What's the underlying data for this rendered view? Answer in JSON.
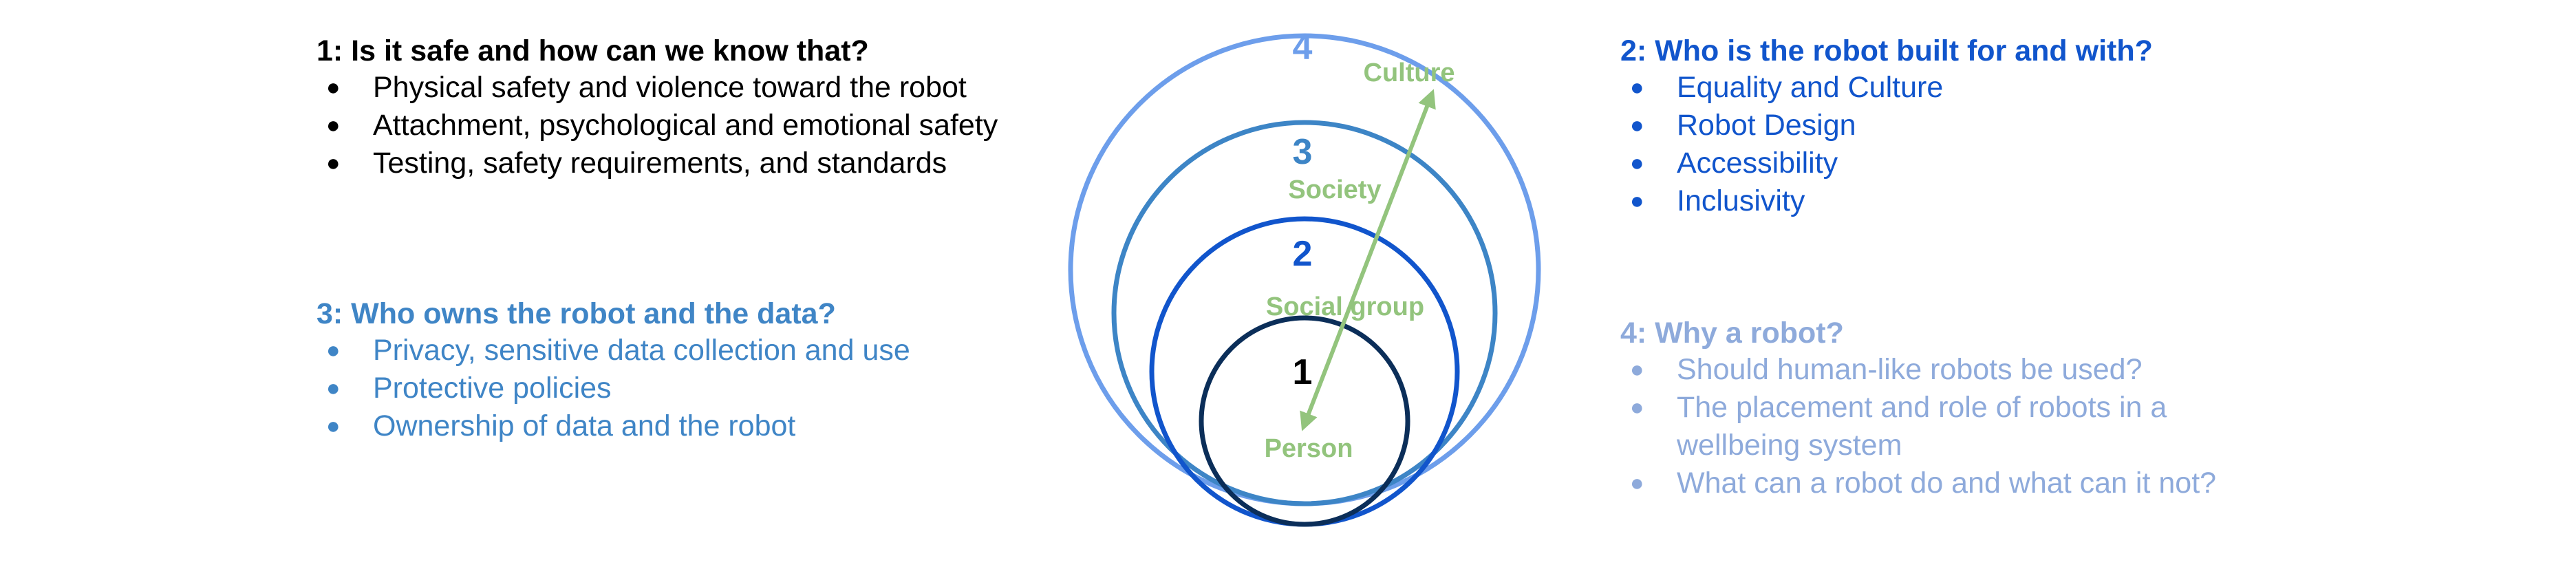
{
  "questions": {
    "q1": {
      "title": "1: Is it safe and how can we know that?",
      "color": "#000000",
      "items": [
        "Physical safety and violence toward the robot",
        "Attachment, psychological and emotional safety",
        "Testing, safety requirements, and standards"
      ]
    },
    "q2": {
      "title": "2: Who is the robot built for and with?",
      "color": "#1155cc",
      "items": [
        "Equality and Culture",
        "Robot Design",
        "Accessibility",
        "Inclusivity"
      ]
    },
    "q3": {
      "title": "3: Who owns the robot and the data?",
      "color": "#3f85c6",
      "items": [
        "Privacy, sensitive data collection and use",
        "Protective policies",
        "Ownership of data and the robot"
      ]
    },
    "q4": {
      "title": "4: Why a robot?",
      "color": "#8eaadb",
      "items": [
        "Should human-like robots be used?",
        "The placement and role of robots in a wellbeing system",
        "What can a robot do and what can it not?"
      ]
    }
  },
  "levels": [
    {
      "number": "1",
      "label": "Person",
      "color": "#0b2e59"
    },
    {
      "number": "2",
      "label": "Social group",
      "color": "#1155cc"
    },
    {
      "number": "3",
      "label": "Society",
      "color": "#3d85c6"
    },
    {
      "number": "4",
      "label": "Culture",
      "color": "#6d9eeb"
    }
  ],
  "bullet_glyph": "●",
  "arrow_color": "#93c47d"
}
